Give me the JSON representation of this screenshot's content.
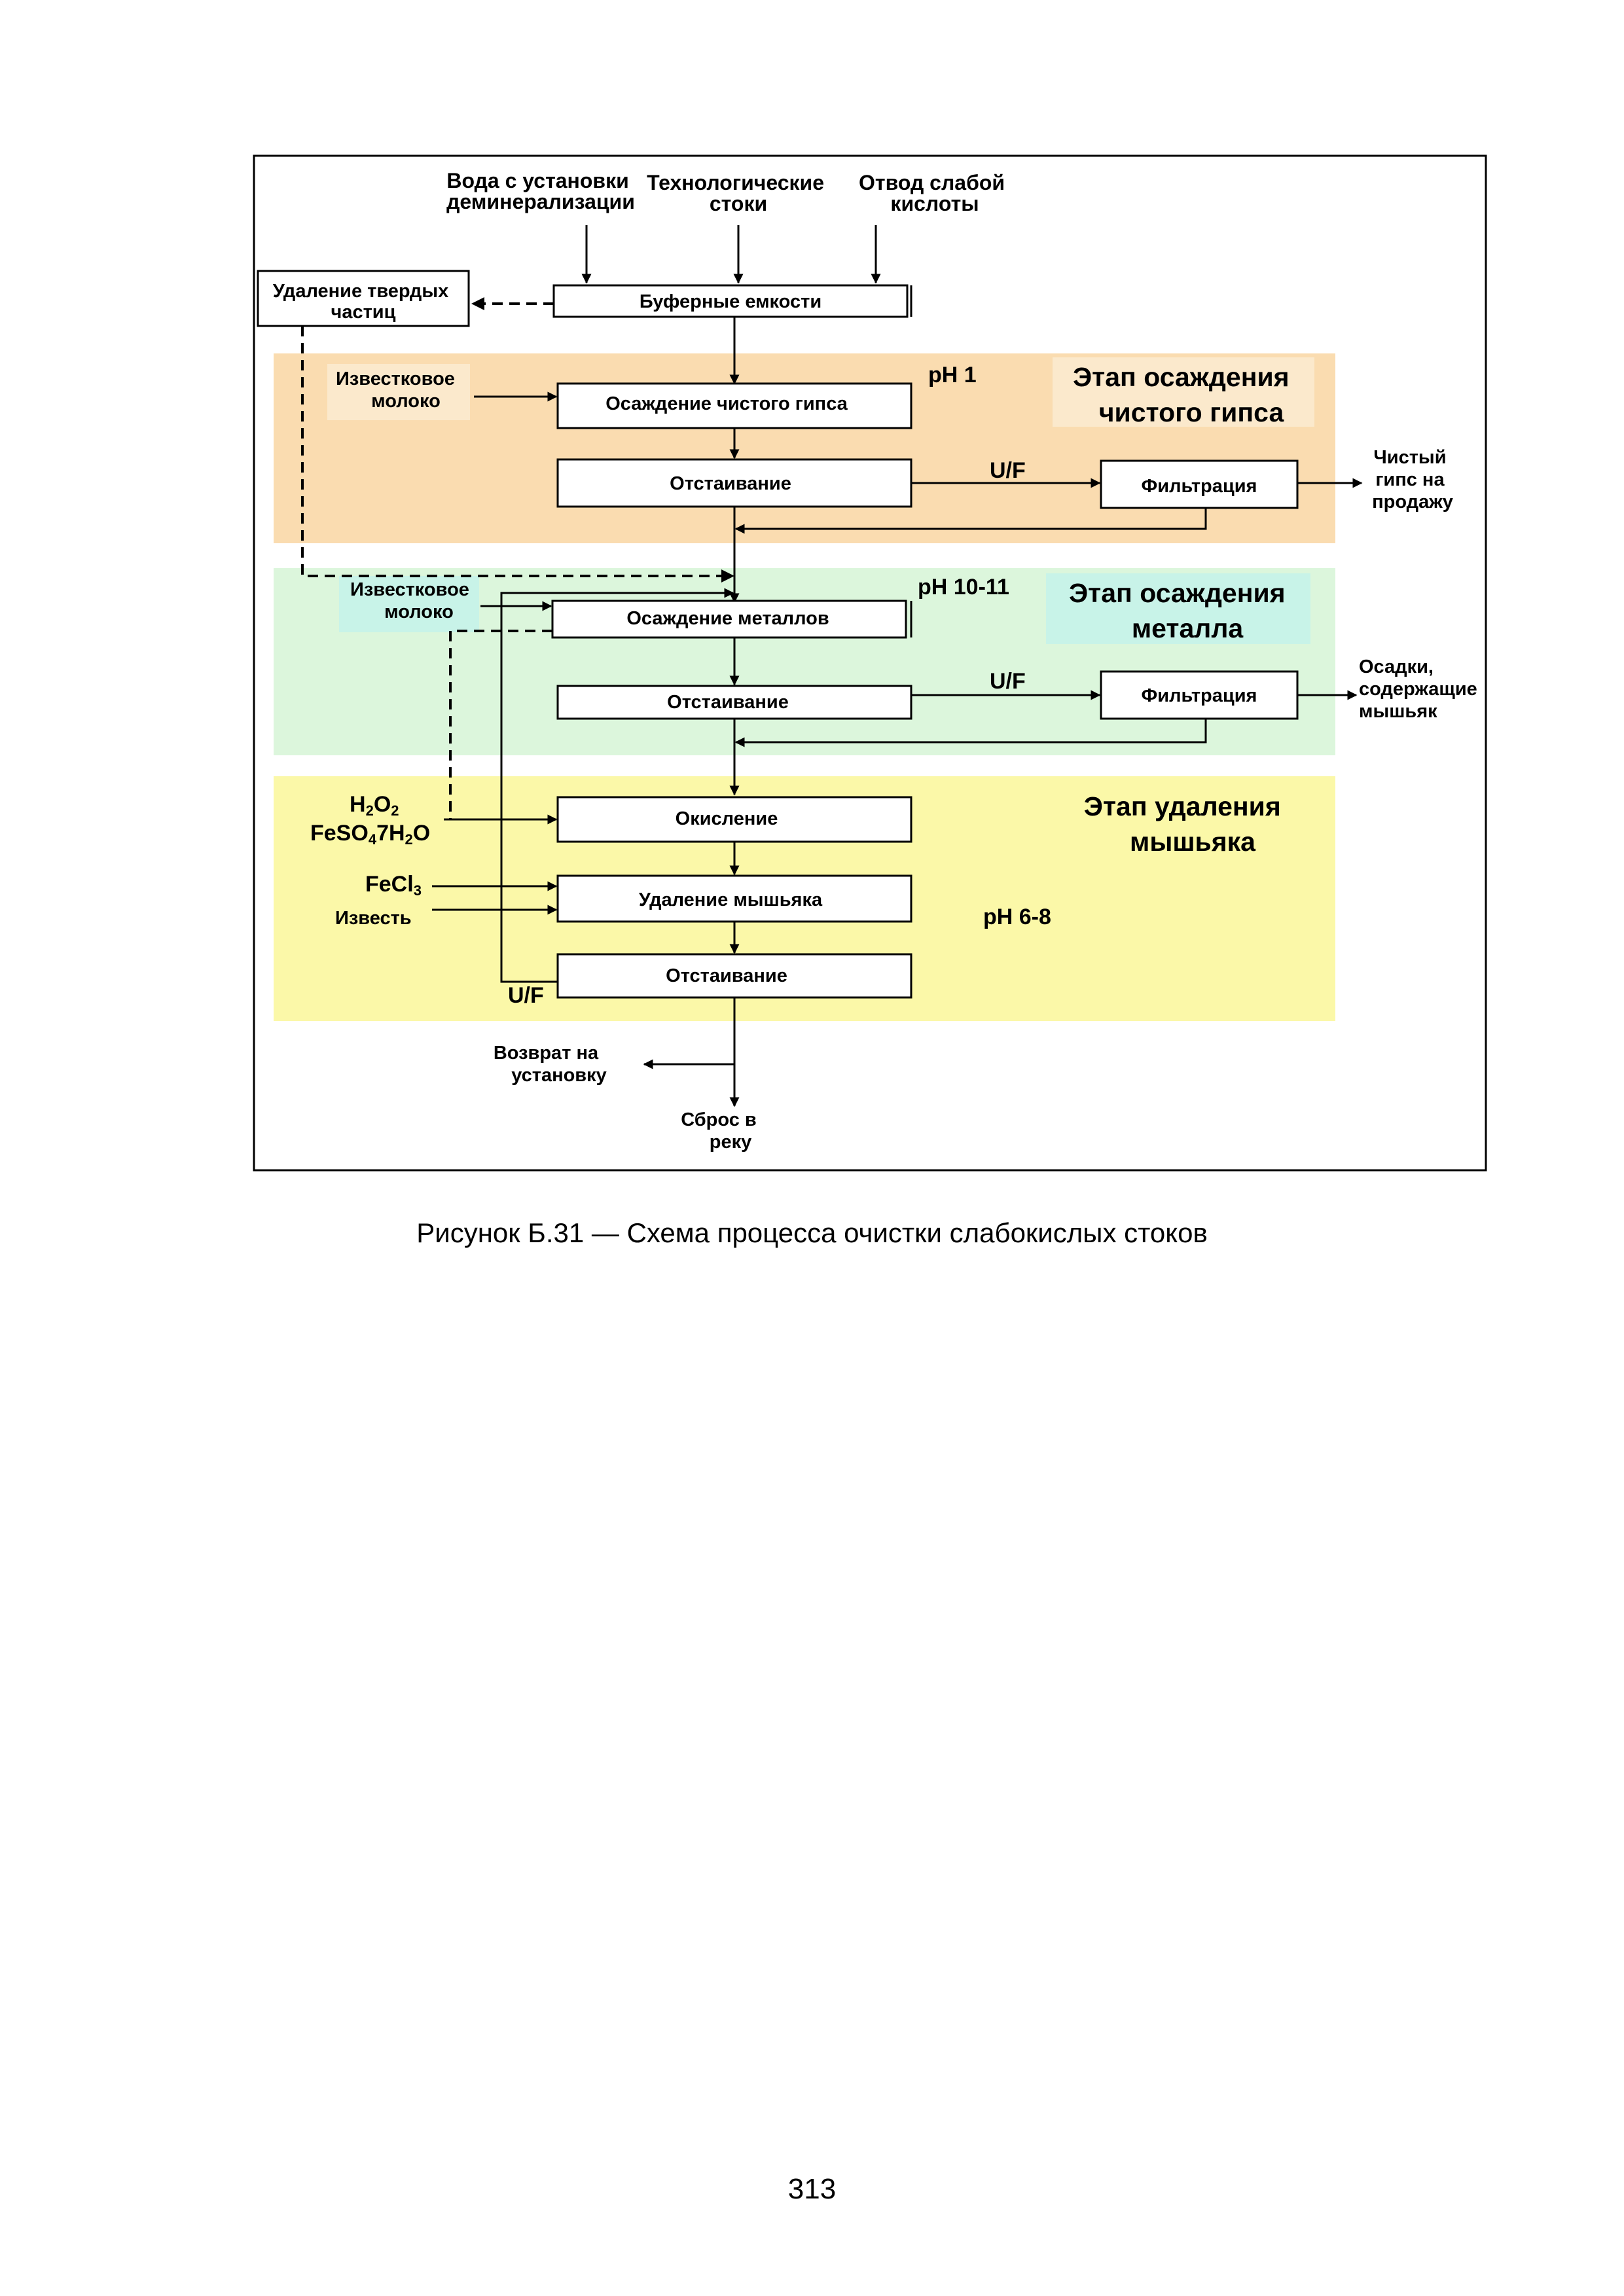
{
  "inputs": {
    "demin_water": [
      "Вода с установки",
      "деминерализации"
    ],
    "process_effluent": [
      "Технологические",
      "стоки"
    ],
    "weak_acid": [
      "Отвод слабой",
      "кислоты"
    ]
  },
  "solids_removal": [
    "Удаление твердых",
    "частиц"
  ],
  "buffer_tanks": "Буферные емкости",
  "stage1": {
    "title": [
      "Этап осаждения",
      "чистого гипса"
    ],
    "ph": "pH 1",
    "lime_milk": [
      "Известковое",
      "молоко"
    ],
    "precipitation": "Осаждение чистого гипса",
    "settling": "Отстаивание",
    "uf": "U/F",
    "filtration": "Фильтрация",
    "product": [
      "Чистый",
      "гипс на",
      "продажу"
    ]
  },
  "stage2": {
    "title": [
      "Этап осаждения",
      "металла"
    ],
    "ph": "pH 10-11",
    "lime_milk": [
      "Известковое",
      "молоко"
    ],
    "precipitation": "Осаждение металлов",
    "settling": "Отстаивание",
    "uf": "U/F",
    "filtration": "Фильтрация",
    "product": [
      "Осадки,",
      "содержащие",
      "мышьяк"
    ]
  },
  "stage3": {
    "title": [
      "Этап удаления",
      "мышьяка"
    ],
    "ph": "pH 6-8",
    "reagents": {
      "h2o2": {
        "main": "H",
        "sub1": "2",
        "mid": "O",
        "sub2": "2"
      },
      "feso4": {
        "p1": "FeSO",
        "s1": "4",
        "p2": "7H",
        "s2": "2",
        "p3": "O"
      },
      "fecl3": {
        "main": "FeCl",
        "sub": "3"
      },
      "lime": "Известь"
    },
    "oxidation": "Окисление",
    "arsenic_removal": "Удаление мышьяка",
    "settling": "Отстаивание",
    "uf": "U/F"
  },
  "outputs": {
    "return": [
      "Возврат на",
      "установку"
    ],
    "discharge": [
      "Сброс в",
      "реку"
    ]
  },
  "colors": {
    "stage1_bg": "#fadcb0",
    "stage2_bg": "#dcf6dc",
    "stage3_bg": "#fbf8a8",
    "stage2_label_bg": "#c8f3e8",
    "stage1_label_bg": "#fbe9cc"
  },
  "caption": "Рисунок Б.31 — Схема процесса очистки слабокислых стоков",
  "page_number": "313"
}
